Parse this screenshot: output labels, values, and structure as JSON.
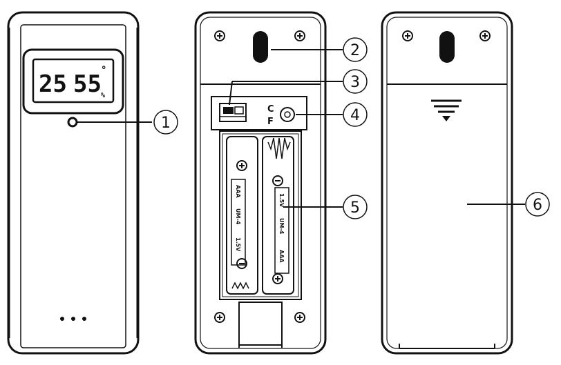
{
  "callouts": [
    {
      "number": "1"
    },
    {
      "number": "2"
    },
    {
      "number": "3"
    },
    {
      "number": "4"
    },
    {
      "number": "5"
    },
    {
      "number": "6"
    }
  ],
  "display": {
    "temperature": "25",
    "humidity": "55",
    "degree_mark": "°",
    "percent_mark": "%"
  },
  "switch": {
    "upper": "C",
    "lower": "F"
  },
  "battery": {
    "type": "AAA",
    "model": "UM-4",
    "voltage": "1.5V"
  }
}
